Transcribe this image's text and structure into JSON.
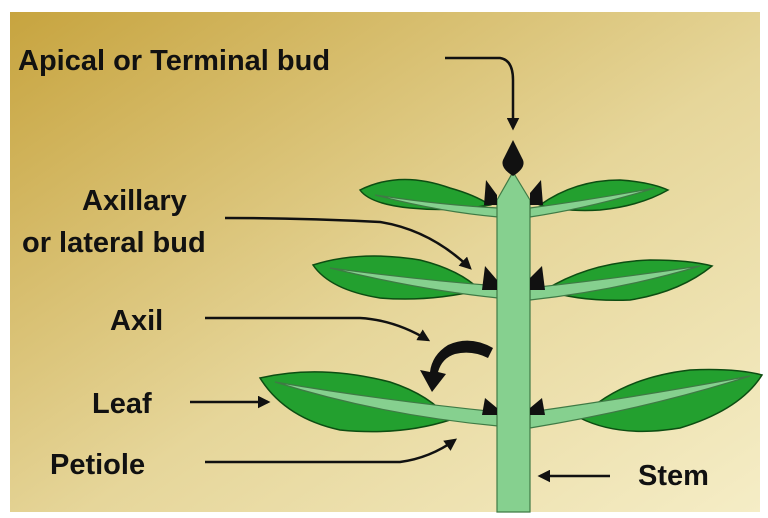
{
  "labels": {
    "apical": "Apical or Terminal bud",
    "axillary_1": "Axillary",
    "axillary_2": "or lateral bud",
    "axil": "Axil",
    "leaf": "Leaf",
    "petiole": "Petiole",
    "stem": "Stem"
  },
  "colors": {
    "background_dark": "#c9a844",
    "background_light": "#f3e9bd",
    "stem": "#86d08f",
    "leaf": "#23a02f",
    "bud": "#111111"
  }
}
